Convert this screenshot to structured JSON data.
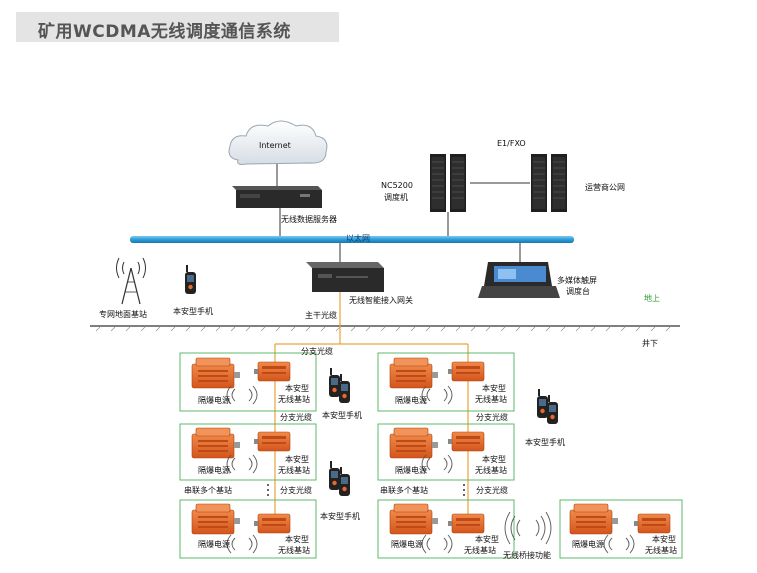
{
  "title": "矿用WCDMA无线调度通信系统",
  "labels": {
    "internet": "Internet",
    "e1fxo": "E1/FXO",
    "nc5200": "NC5200",
    "dispatcher_machine": "调度机",
    "operator_network": "运营商公网",
    "wireless_data_server": "无线数据服务器",
    "ethernet": "以太网",
    "dedicated_ground_station": "专网地面基站",
    "intrinsic_phone": "本安型手机",
    "access_gateway": "无线智能接入网关",
    "main_trunk_fiber": "主干光缆",
    "multimedia_touch_console_l1": "多媒体触屏",
    "multimedia_touch_console_l2": "调度台",
    "aboveground": "地上",
    "underground": "井下",
    "branch_fiber": "分支光缆",
    "explosion_proof_power": "隔爆电源",
    "intrinsic_l1": "本安型",
    "wireless_base_station": "无线基站",
    "cascade_multiple": "串联多个基站",
    "wireless_bridge": "无线桥接功能"
  },
  "colors": {
    "ethernet_bar": "#2b9bd8",
    "fiber_line": "#e8a33a",
    "box_border": "#5bb86b",
    "equipment_orange": "#e86a2a",
    "server_dark": "#2a2a2a",
    "aboveground_text": "#2e9c2e"
  }
}
